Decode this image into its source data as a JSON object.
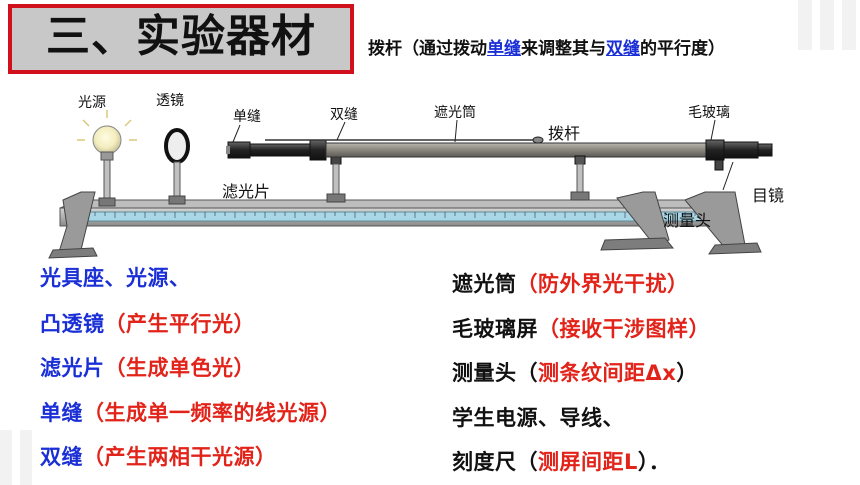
{
  "title": "三、实验器材",
  "subtitle": {
    "prefix": "拨杆（通过拨动",
    "single": "单缝",
    "middle": "来调整其与",
    "double": "双缝",
    "suffix": "的平行度）"
  },
  "diagram_labels": {
    "light_source": "光源",
    "lens": "透镜",
    "single_slit": "单缝",
    "double_slit": "双缝",
    "tube": "遮光筒",
    "lever": "拨杆",
    "ground_glass": "毛玻璃",
    "filter": "滤光片",
    "eyepiece": "目镜",
    "measuring_head": "测量头"
  },
  "left_list": [
    {
      "name": "光具座、光源、",
      "note": ""
    },
    {
      "name": "凸透镜",
      "note": "（产生平行光）"
    },
    {
      "name": "滤光片",
      "note": "（生成单色光）"
    },
    {
      "name": "单缝",
      "note": "（生成单一频率的线光源）"
    },
    {
      "name": "双缝",
      "note": "（产生两相干光源）"
    }
  ],
  "right_list": [
    {
      "name": "遮光筒",
      "note": "（防外界光干扰）",
      "tail": ""
    },
    {
      "name": "毛玻璃屏",
      "note": "（接收干涉图样）",
      "tail": ""
    },
    {
      "name": "测量头（",
      "note": "测条纹间距Δx",
      "tail": "）"
    },
    {
      "name": "学生电源、导线、",
      "note": "",
      "tail": ""
    },
    {
      "name": "刻度尺（",
      "note": "测屏间距L",
      "tail": "）．"
    }
  ],
  "colors": {
    "accent_red": "#e2231a",
    "accent_blue": "#1a2fd6",
    "title_border": "#d0101a"
  }
}
